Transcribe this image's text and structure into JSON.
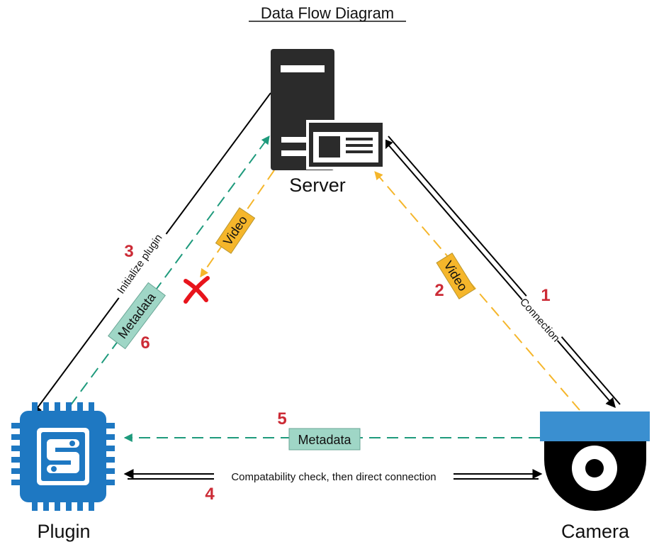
{
  "title": "Data Flow Diagram",
  "nodes": {
    "server": "Server",
    "plugin": "Plugin",
    "camera": "Camera"
  },
  "edges": {
    "connection": {
      "label": "Connection",
      "step": "1"
    },
    "video_to_server": {
      "label": "Video",
      "step": "2"
    },
    "initialize_plugin": {
      "label": "Initialize plugin",
      "step": "3"
    },
    "compatibility": {
      "label": "Compatability check, then direct connection",
      "step": "4"
    },
    "metadata_camera_to_plugin": {
      "label": "Metadata",
      "step": "5"
    },
    "metadata_plugin_to_server": {
      "label": "Metadata",
      "step": "6"
    },
    "video_to_plugin_blocked": {
      "label": "Video"
    }
  },
  "colors": {
    "video": "#f5b62b",
    "metadata": "#1e9a7c",
    "metadata_tag": "#9fd6c6",
    "step_number": "#cc2b36",
    "blocked": "#e8141c",
    "plugin": "#1e78c2",
    "server": "#2b2b2b",
    "camera_band": "#3a8fd0"
  }
}
